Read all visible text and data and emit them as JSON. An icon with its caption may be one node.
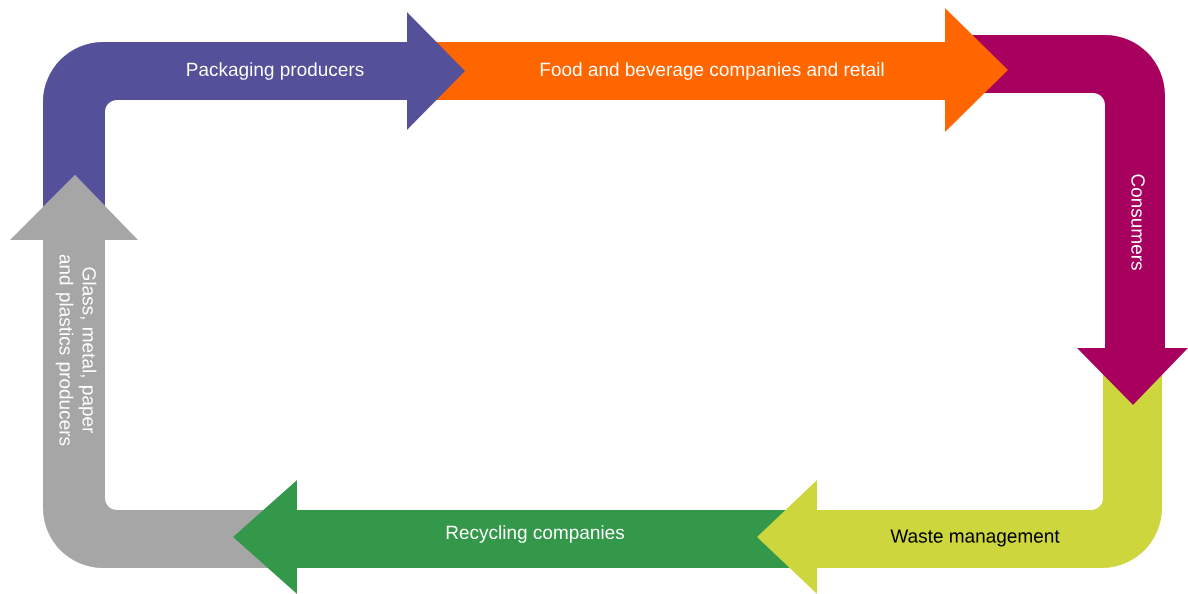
{
  "diagram": {
    "nodes": [
      {
        "text": [
          "Packaging producers"
        ]
      },
      {
        "text": [
          "Food and beverage companies and retail"
        ]
      },
      {
        "text": [
          "Consumers"
        ]
      },
      {
        "text": [
          "Waste management"
        ]
      },
      {
        "text": [
          "Recycling companies"
        ]
      },
      {
        "text": [
          "Glass, metal, paper and plastics producers"
        ]
      }
    ]
  }
}
